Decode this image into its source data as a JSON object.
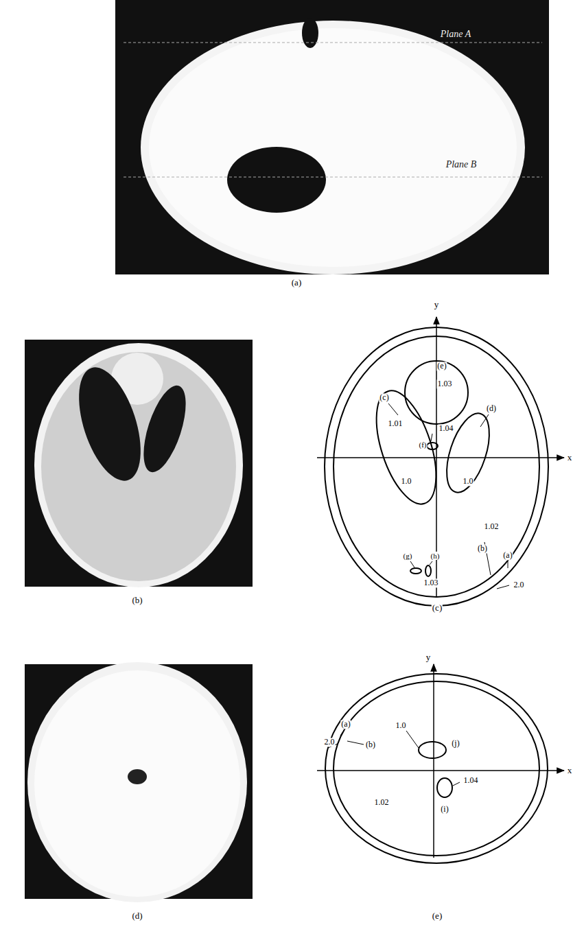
{
  "diagram": {
    "labels": [
      "Plane A",
      "Plane B",
      "(a)",
      "(b)",
      "y",
      "x",
      "(e)",
      "1.03",
      "(c)",
      "1.04",
      "(d)",
      "1.01",
      "(f)",
      "1.0",
      "1.0",
      "1.02",
      "(b)",
      "(a)",
      "2.0",
      "(g)",
      "(h)",
      "1.03",
      "(c)",
      "(d)",
      "y",
      "x",
      "(a)",
      "2.0",
      "(b)",
      "1.0",
      "(j)",
      "1.04",
      "1.02",
      "(i)",
      "(e)"
    ]
  }
}
